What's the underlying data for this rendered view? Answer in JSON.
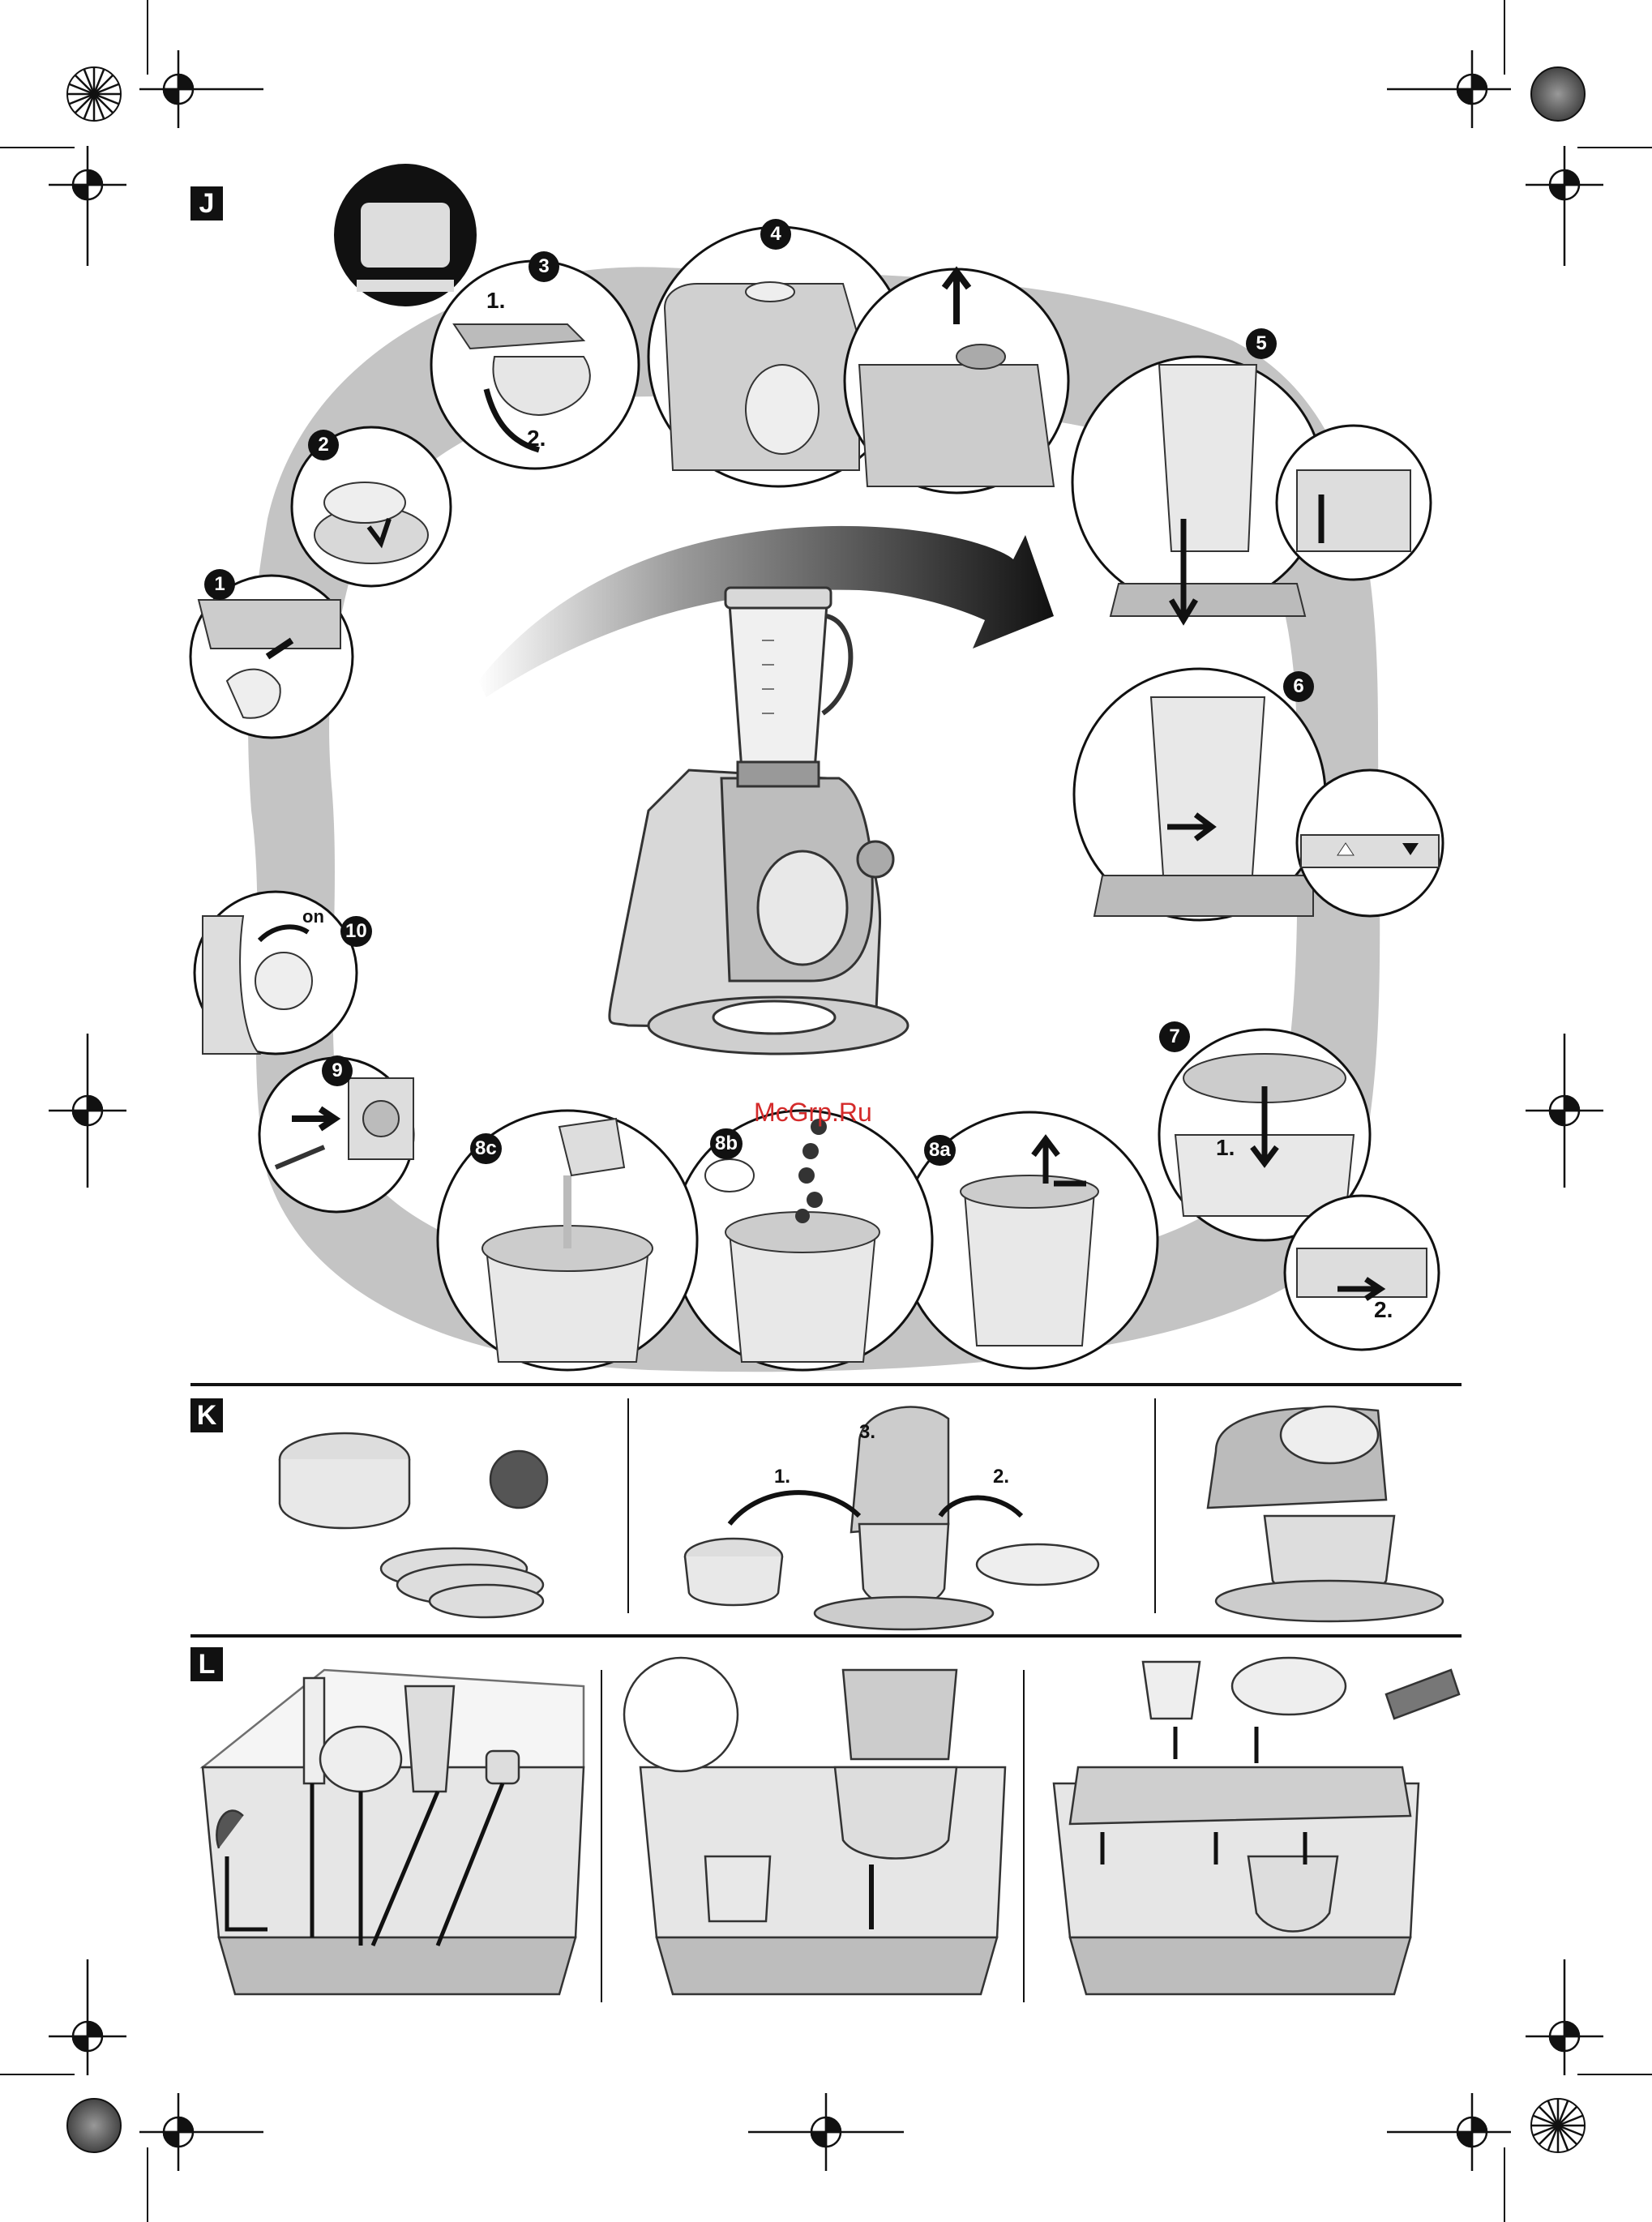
{
  "watermark": "McGrp.Ru",
  "sections": {
    "J": {
      "letter": "J",
      "steps": {
        "s1": "1",
        "s2": "2",
        "s3": "3",
        "s4": "4",
        "s5": "5",
        "s6": "6",
        "s7": "7",
        "s8a": "8a",
        "s8b": "8b",
        "s8c": "8c",
        "s9": "9",
        "s10": "10"
      },
      "step3_sub": [
        "1.",
        "2."
      ],
      "step7_sub": [
        "1.",
        "2."
      ],
      "step10_label": "on"
    },
    "K": {
      "letter": "K",
      "sub": [
        "1.",
        "2.",
        "3."
      ]
    },
    "L": {
      "letter": "L"
    }
  },
  "colors": {
    "ink": "#111111",
    "gray_band": "#bdbdbd",
    "light": "#e6e6e6",
    "mid": "#9a9a9a",
    "watermark": "#d42a2a"
  }
}
